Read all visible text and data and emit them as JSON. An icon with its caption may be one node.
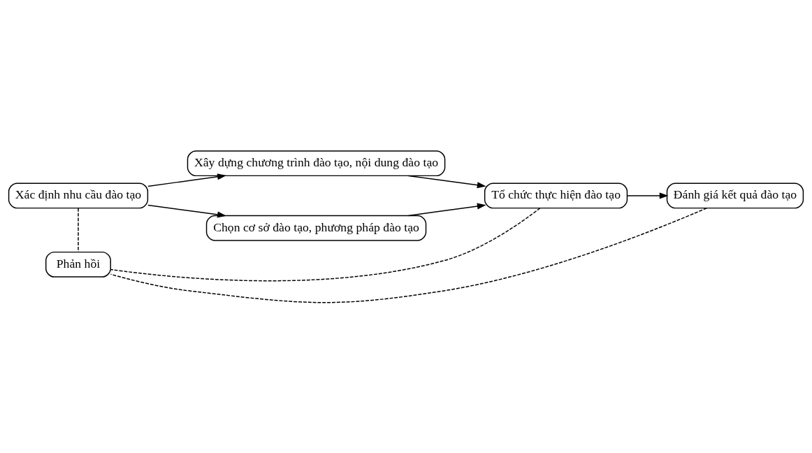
{
  "diagram": {
    "nodes": [
      {
        "text": [
          "Xác định nhu cầu đào tạo"
        ]
      },
      {
        "text": [
          "Xây dựng chương trình đào tạo, nội dung đào tạo"
        ]
      },
      {
        "text": [
          "Chọn cơ sở đào tạo, phương pháp đào tạo"
        ]
      },
      {
        "text": [
          "Tổ chức thực hiện đào tạo"
        ]
      },
      {
        "text": [
          "Đánh giá kết quả đào tạo"
        ]
      },
      {
        "text": [
          "Phản hồi"
        ]
      }
    ],
    "edges": [
      {
        "from": 0,
        "to": 1,
        "arrow": "to"
      },
      {
        "from": 0,
        "to": 2,
        "arrow": "to"
      },
      {
        "from": 1,
        "to": 3,
        "arrow": "to"
      },
      {
        "from": 2,
        "to": 3,
        "arrow": "to"
      },
      {
        "from": 3,
        "to": 4,
        "arrow": "to"
      },
      {
        "from": 0,
        "to": 5,
        "arrow": "none",
        "style": "dashed"
      },
      {
        "from": 3,
        "to": 5,
        "arrow": "none",
        "style": "dashed"
      },
      {
        "from": 4,
        "to": 5,
        "arrow": "none",
        "style": "dashed"
      }
    ]
  }
}
